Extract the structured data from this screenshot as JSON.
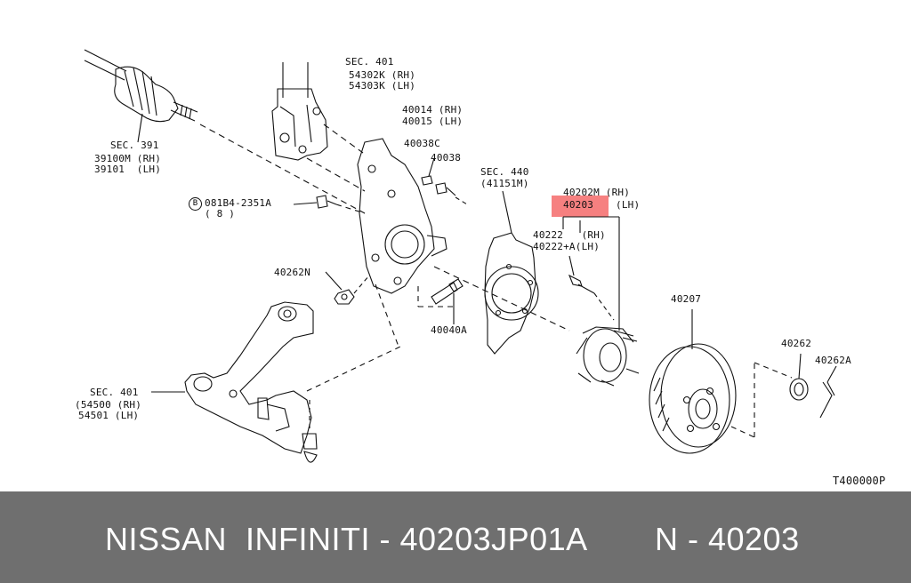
{
  "labels": {
    "sec401_top": "SEC. 401",
    "p54302k": "54302K (RH)",
    "p54303k": "54303K (LH)",
    "p40014": "40014 (RH)",
    "p40015": "40015 (LH)",
    "p40038c": "40038C",
    "p40038": "40038",
    "sec391": "SEC. 391",
    "p39100m": "39100M (RH)",
    "p39101": "39101  (LH)",
    "sec440": "SEC. 440",
    "p41151m": "(41151M)",
    "p40202m": "40202M (RH)",
    "p40203": "40203",
    "p40203_lh": "(LH)",
    "p40222": "40222   (RH)",
    "p40222a": "40222+A(LH)",
    "bolt_circle": "B",
    "bolt_code": "081B4-2351A",
    "bolt_qty": "( 8 )",
    "p40262n": "40262N",
    "p40040a": "40040A",
    "p40207": "40207",
    "p40262": "40262",
    "p40262a": "40262A",
    "sec401_bottom": "SEC. 401",
    "p54500": "(54500 (RH)",
    "p54501": "54501 (LH)",
    "figure_id": "T400000P"
  },
  "footer": {
    "brand": "NISSAN  INFINITI - 40203JP01A",
    "code": "N - 40203"
  },
  "colors": {
    "highlight": "#f46a6a",
    "footer_bg": "#6f6f6f",
    "line": "#111111"
  }
}
